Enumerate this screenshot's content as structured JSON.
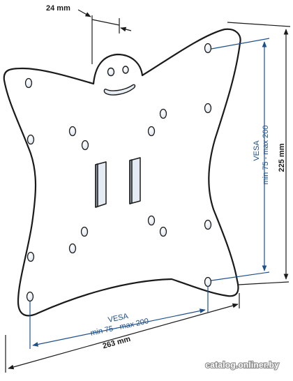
{
  "dimensions": {
    "tab_width": "24 mm",
    "overall_height": "225 mm",
    "overall_width": "263 mm"
  },
  "vesa": {
    "right_line1": "VESA",
    "right_line2": "min 75 - max 200",
    "bottom_line1": "VESA",
    "bottom_line2": "min 75 - max 200"
  },
  "watermark": "catalog.onliner.by",
  "colors": {
    "outline": "#1a1a1a",
    "vesa_blue": "#1d4f8a",
    "hole_fill": "#eef3f8"
  }
}
